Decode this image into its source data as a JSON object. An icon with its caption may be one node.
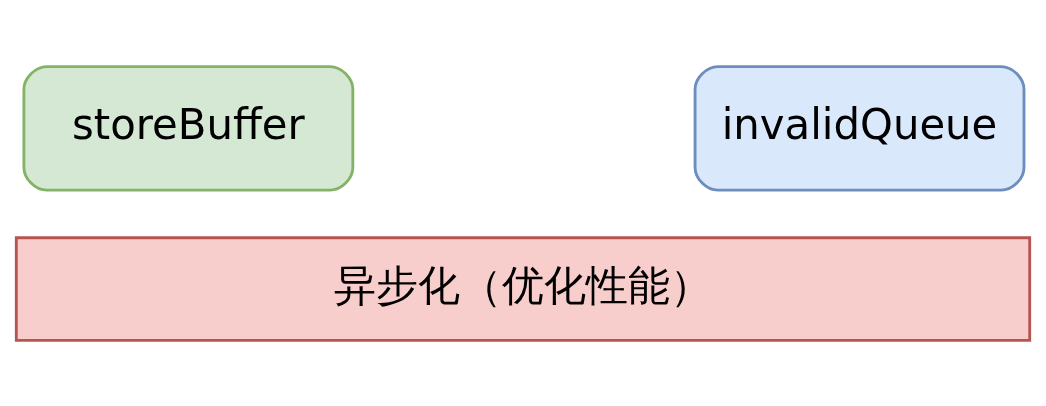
{
  "diagram": {
    "nodes": [
      {
        "text": [
          "storeBuffer"
        ]
      },
      {
        "text": [
          "invalidQueue"
        ]
      },
      {
        "text": [
          "异步化（优化性能）"
        ]
      }
    ]
  }
}
